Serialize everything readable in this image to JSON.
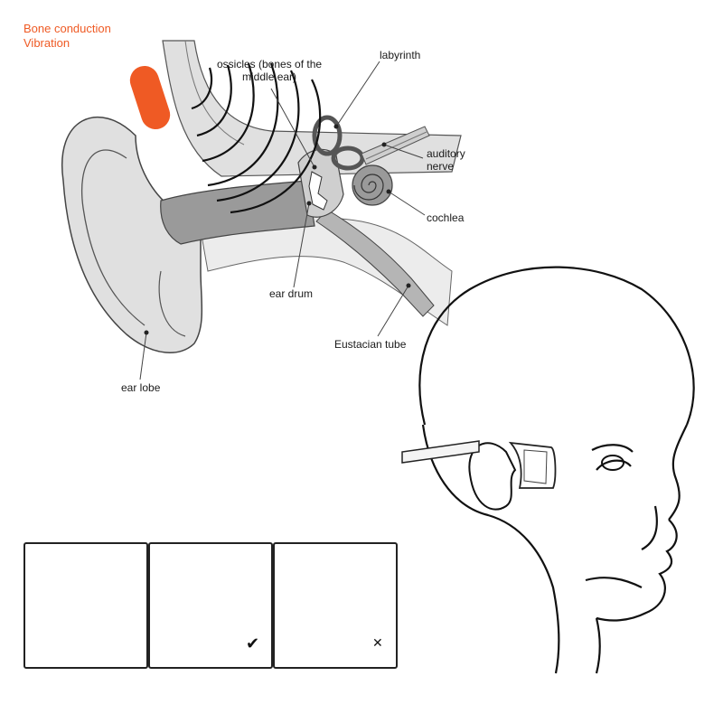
{
  "colors": {
    "accent": "#ef5a24",
    "tissue_fill": "#e0e0e0",
    "canal_fill": "#9a9a9a",
    "line": "#444444"
  },
  "diagram": {
    "vibration_label": {
      "line1": "Bone conduction",
      "line2": "Vibration"
    },
    "labels": {
      "ossicles_line1": "ossicles (bones of the",
      "ossicles_line2": "middle ear)",
      "labyrinth": "labyrinth",
      "auditory_line1": "auditory",
      "auditory_line2": "nerve",
      "cochlea": "cochlea",
      "ear_drum": "ear drum",
      "eustachian": "Eustacian tube",
      "ear_lobe": "ear lobe"
    }
  },
  "instructions": {
    "panel_2_mark": "✔",
    "panel_3_mark": "✕"
  }
}
